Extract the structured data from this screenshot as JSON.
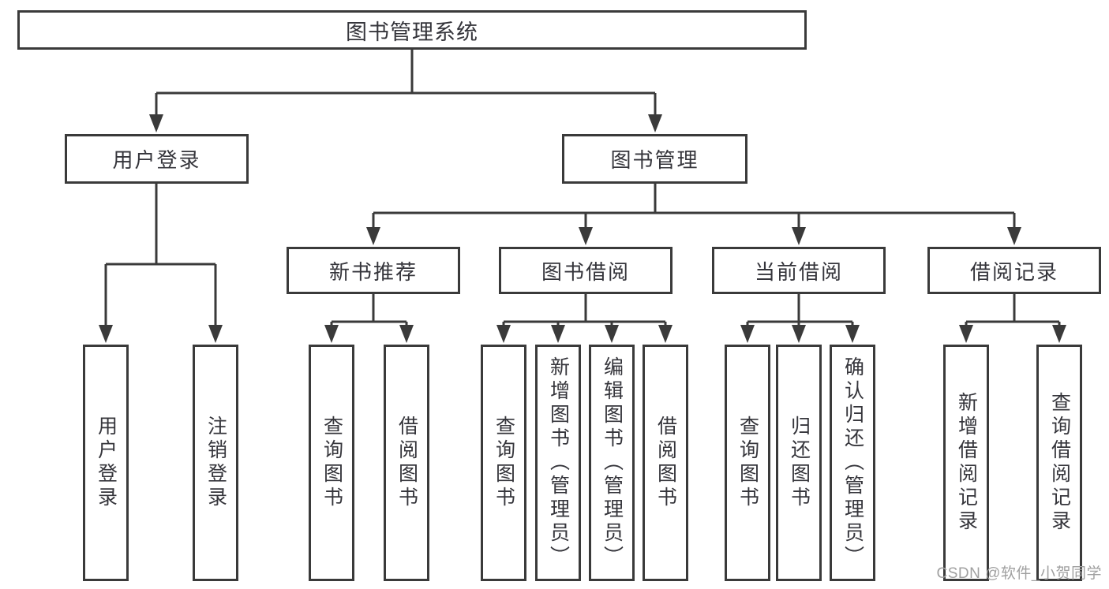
{
  "tree": {
    "root": "图书管理系统",
    "branches": [
      {
        "label": "用户登录",
        "leaves": [
          "用户登录",
          "注销登录"
        ]
      },
      {
        "label": "图书管理",
        "groups": [
          {
            "label": "新书推荐",
            "leaves": [
              "查询图书",
              "借阅图书"
            ]
          },
          {
            "label": "图书借阅",
            "leaves": [
              "查询图书",
              "新增图书（管理员）",
              "编辑图书（管理员）",
              "借阅图书"
            ]
          },
          {
            "label": "当前借阅",
            "leaves": [
              "查询图书",
              "归还图书",
              "确认归还（管理员）"
            ]
          },
          {
            "label": "借阅记录",
            "leaves": [
              "新增借阅记录",
              "查询借阅记录"
            ]
          }
        ]
      }
    ]
  },
  "watermark": "CSDN @软件_小贺同学",
  "colors": {
    "line": "#3a3a3a",
    "box_border": "#3a3a3a",
    "box_fill": "#ffffff",
    "text": "#35353b",
    "watermark": "#a0a0a0",
    "background": "#ffffff"
  }
}
